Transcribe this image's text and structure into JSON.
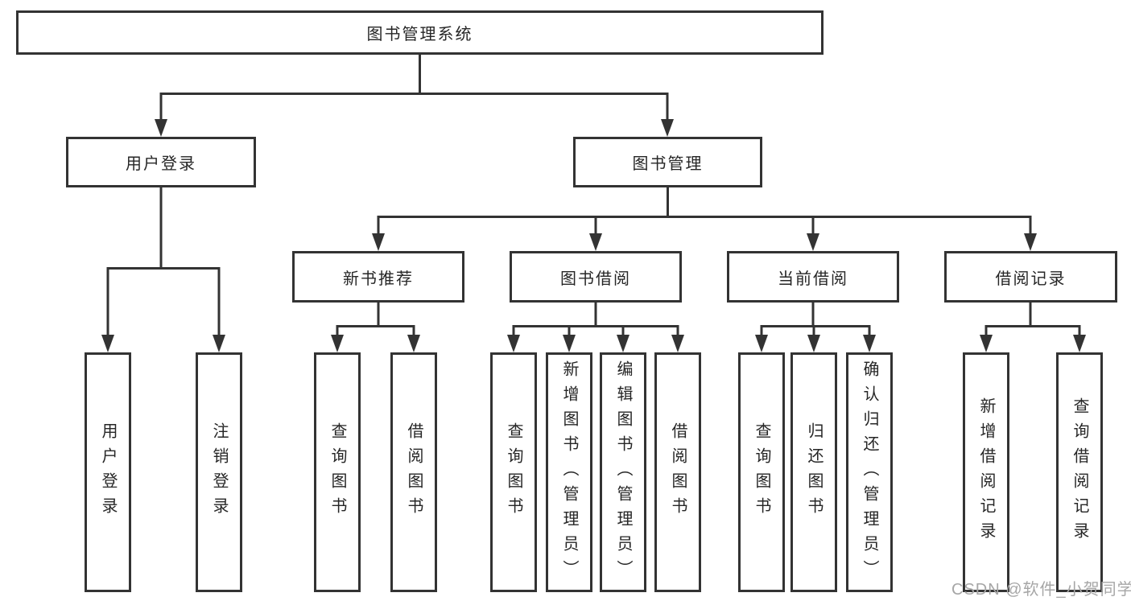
{
  "diagram": {
    "watermark": "CSDN @软件_小贺同学",
    "colors": {
      "line": "#333333",
      "box_border": "#333333",
      "box_background": "#ffffff",
      "text": "#262626",
      "watermark": "#a6a6a6"
    },
    "tree": {
      "label": "图书管理系统",
      "children": [
        {
          "label": "用户登录",
          "children": [
            {
              "label": "用户登录"
            },
            {
              "label": "注销登录"
            }
          ]
        },
        {
          "label": "图书管理",
          "children": [
            {
              "label": "新书推荐",
              "children": [
                {
                  "label": "查询图书"
                },
                {
                  "label": "借阅图书"
                }
              ]
            },
            {
              "label": "图书借阅",
              "children": [
                {
                  "label": "查询图书"
                },
                {
                  "label": "新增图书（管理员）"
                },
                {
                  "label": "编辑图书（管理员）"
                },
                {
                  "label": "借阅图书"
                }
              ]
            },
            {
              "label": "当前借阅",
              "children": [
                {
                  "label": "查询图书"
                },
                {
                  "label": "归还图书"
                },
                {
                  "label": "确认归还（管理员）"
                }
              ]
            },
            {
              "label": "借阅记录",
              "children": [
                {
                  "label": "新增借阅记录"
                },
                {
                  "label": "查询借阅记录"
                }
              ]
            }
          ]
        }
      ]
    }
  }
}
